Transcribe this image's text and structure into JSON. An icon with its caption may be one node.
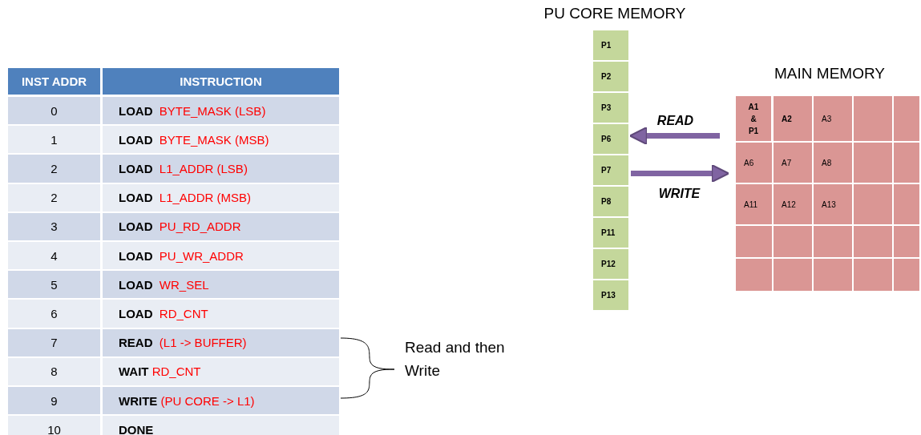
{
  "diagram": {
    "nodes": [
      {
        "text": [
          "PU CORE MEMORY"
        ]
      },
      {
        "text": [
          "P1"
        ],
        "in": 0
      },
      {
        "text": [
          "P2"
        ],
        "in": 0
      },
      {
        "text": [
          "P3"
        ],
        "in": 0
      },
      {
        "text": [
          "P6"
        ],
        "in": 0
      },
      {
        "text": [
          "P7"
        ],
        "in": 0
      },
      {
        "text": [
          "P8"
        ],
        "in": 0
      },
      {
        "text": [
          "P11"
        ],
        "in": 0
      },
      {
        "text": [
          "P12"
        ],
        "in": 0
      },
      {
        "text": [
          "P13"
        ],
        "in": 0
      },
      {
        "text": [
          "MAIN MEMORY"
        ]
      },
      {
        "text": [
          "A1 & P1"
        ],
        "in": 10
      },
      {
        "text": [
          "A2"
        ],
        "in": 10
      },
      {
        "text": [
          "A3"
        ],
        "in": 10
      },
      {
        "text": [],
        "shape": "box",
        "in": 10
      },
      {
        "text": [],
        "shape": "box",
        "in": 10
      },
      {
        "text": [
          "A6"
        ],
        "in": 10
      },
      {
        "text": [
          "A7"
        ],
        "in": 10
      },
      {
        "text": [
          "A8"
        ],
        "in": 10
      },
      {
        "text": [],
        "shape": "box",
        "in": 10
      },
      {
        "text": [],
        "shape": "box",
        "in": 10
      },
      {
        "text": [
          "A11"
        ],
        "in": 10
      },
      {
        "text": [
          "A12"
        ],
        "in": 10
      },
      {
        "text": [
          "A13"
        ],
        "in": 10
      },
      {
        "text": [],
        "shape": "box",
        "in": 10
      },
      {
        "text": [],
        "shape": "box",
        "in": 10
      },
      {
        "text": [],
        "shape": "box",
        "in": 10
      },
      {
        "text": [],
        "shape": "box",
        "in": 10
      },
      {
        "text": [],
        "shape": "box",
        "in": 10
      },
      {
        "text": [],
        "shape": "box",
        "in": 10
      },
      {
        "text": [],
        "shape": "box",
        "in": 10
      },
      {
        "text": [],
        "shape": "box",
        "in": 10
      },
      {
        "text": [],
        "shape": "box",
        "in": 10
      },
      {
        "text": [],
        "shape": "box",
        "in": 10
      },
      {
        "text": [],
        "shape": "box",
        "in": 10
      },
      {
        "text": [],
        "shape": "box",
        "in": 10
      }
    ],
    "edges": [
      {
        "from": 10,
        "to": 4,
        "arrow": "to",
        "label": "READ"
      },
      {
        "from": 5,
        "to": 10,
        "arrow": "to",
        "label": "WRITE"
      }
    ],
    "labels": [
      "INST ADDR",
      "INSTRUCTION",
      "0",
      "**LOAD**  BYTE_MASK (LSB)",
      "1",
      "**LOAD**  BYTE_MASK (MSB)",
      "2",
      "**LOAD**  L1_ADDR (LSB)",
      "2",
      "**LOAD**  L1_ADDR (MSB)",
      "3",
      "**LOAD**  PU_RD_ADDR",
      "4",
      "**LOAD**  PU_WR_ADDR",
      "5",
      "**LOAD**  WR_SEL",
      "6",
      "**LOAD**  RD_CNT",
      "7",
      "**READ**  (L1 -> BUFFER)",
      "8",
      "**WAIT** RD_CNT",
      "9",
      "**WRITE** (PU CORE -> L1)",
      "10",
      "DONE",
      "Read and then Write"
    ]
  }
}
